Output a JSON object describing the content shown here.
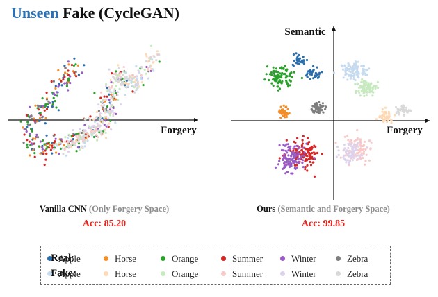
{
  "title": {
    "highlight": "Unseen",
    "rest": "Fake (CycleGAN)"
  },
  "colors": {
    "real": {
      "Apple": "#2b6fad",
      "Horse": "#f28e2b",
      "Orange": "#2ca02c",
      "Summer": "#d62728",
      "Winter": "#9a5cc6",
      "Zebra": "#7f7f7f"
    },
    "fake": {
      "Apple": "#c6dbef",
      "Horse": "#fdd9b5",
      "Orange": "#c7e9c0",
      "Summer": "#f7c9c8",
      "Winter": "#ddd3ec",
      "Zebra": "#d9d9d9"
    },
    "highlight": "#2a72b5",
    "accuracy": "#e8231b"
  },
  "chart_data": [
    {
      "type": "scatter",
      "caption": "Vanilla CNN",
      "caption_sub": "(Only Forgery Space)",
      "accuracy_label": "Acc: 85.20",
      "accuracy": 85.2,
      "xlabel": "Forgery",
      "ylabel": "",
      "series_note": "t-SNE embedding; real and fake classes overlap along a U-shaped manifold",
      "series": [
        {
          "name": "Real Apple",
          "group": "real",
          "class": "Apple",
          "count": 55
        },
        {
          "name": "Real Horse",
          "group": "real",
          "class": "Horse",
          "count": 55
        },
        {
          "name": "Real Orange",
          "group": "real",
          "class": "Orange",
          "count": 70
        },
        {
          "name": "Real Summer",
          "group": "real",
          "class": "Summer",
          "count": 60
        },
        {
          "name": "Real Winter",
          "group": "real",
          "class": "Winter",
          "count": 55
        },
        {
          "name": "Real Zebra",
          "group": "real",
          "class": "Zebra",
          "count": 35
        },
        {
          "name": "Fake Apple",
          "group": "fake",
          "class": "Apple",
          "count": 55
        },
        {
          "name": "Fake Horse",
          "group": "fake",
          "class": "Horse",
          "count": 50
        },
        {
          "name": "Fake Orange",
          "group": "fake",
          "class": "Orange",
          "count": 55
        },
        {
          "name": "Fake Summer",
          "group": "fake",
          "class": "Summer",
          "count": 55
        },
        {
          "name": "Fake Winter",
          "group": "fake",
          "class": "Winter",
          "count": 50
        },
        {
          "name": "Fake Zebra",
          "group": "fake",
          "class": "Zebra",
          "count": 60
        }
      ]
    },
    {
      "type": "scatter",
      "caption": "Ours",
      "caption_sub": "(Semantic and Forgery Space)",
      "accuracy_label": "Acc: 99.85",
      "accuracy": 99.85,
      "xlabel": "Forgery",
      "ylabel": "Semantic",
      "series_note": "t-SNE embedding; real samples cluster on the left, fake samples on the right, separated by semantic class",
      "series": [
        {
          "name": "Real Apple",
          "group": "real",
          "class": "Apple",
          "count": 60
        },
        {
          "name": "Real Horse",
          "group": "real",
          "class": "Horse",
          "count": 40
        },
        {
          "name": "Real Orange",
          "group": "real",
          "class": "Orange",
          "count": 95
        },
        {
          "name": "Real Summer",
          "group": "real",
          "class": "Summer",
          "count": 110
        },
        {
          "name": "Real Winter",
          "group": "real",
          "class": "Winter",
          "count": 110
        },
        {
          "name": "Real Zebra",
          "group": "real",
          "class": "Zebra",
          "count": 55
        },
        {
          "name": "Fake Apple",
          "group": "fake",
          "class": "Apple",
          "count": 100
        },
        {
          "name": "Fake Horse",
          "group": "fake",
          "class": "Horse",
          "count": 45
        },
        {
          "name": "Fake Orange",
          "group": "fake",
          "class": "Orange",
          "count": 80
        },
        {
          "name": "Fake Summer",
          "group": "fake",
          "class": "Summer",
          "count": 90
        },
        {
          "name": "Fake Winter",
          "group": "fake",
          "class": "Winter",
          "count": 70
        },
        {
          "name": "Fake Zebra",
          "group": "fake",
          "class": "Zebra",
          "count": 40
        }
      ]
    }
  ],
  "legend": {
    "real_label": "Real:",
    "fake_label": "Fake:",
    "classes": [
      "Apple",
      "Horse",
      "Orange",
      "Summer",
      "Winter",
      "Zebra"
    ]
  }
}
